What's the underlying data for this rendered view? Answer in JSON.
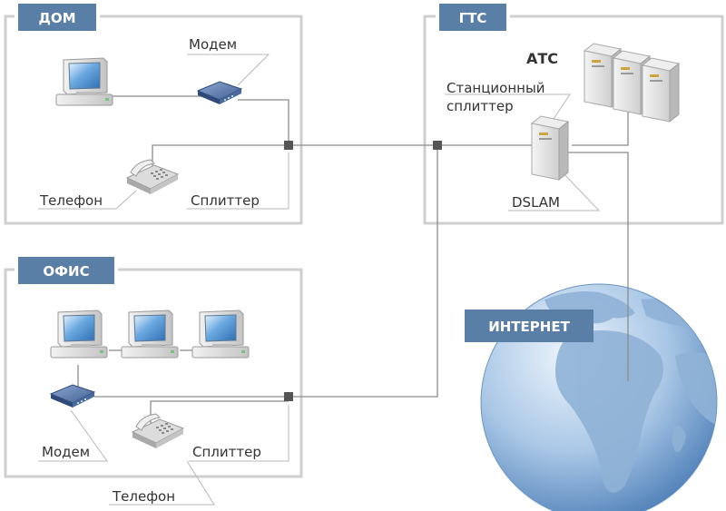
{
  "sections": {
    "home": "ДОМ",
    "gts": "ГТС",
    "office": "ОФИС",
    "internet": "ИНТЕРНЕТ"
  },
  "labels": {
    "home_modem": "Модем",
    "home_phone": "Телефон",
    "home_splitter": "Сплиттер",
    "ats": "АТС",
    "station_splitter_line1": "Станционный",
    "station_splitter_line2": "сплиттер",
    "dslam": "DSLAM",
    "office_modem": "Модем",
    "office_splitter": "Сплиттер",
    "office_phone": "Телефон"
  },
  "colors": {
    "badge": "#5a7fa6",
    "box_border": "#cfcfcf",
    "wire": "#8c8c8c",
    "globe_light": "#d9e8f6",
    "globe_dark": "#5f8fc3",
    "land": "#8fb2d6"
  },
  "icons": [
    "computer-icon",
    "modem-icon",
    "telephone-icon",
    "server-icon",
    "globe-icon"
  ]
}
